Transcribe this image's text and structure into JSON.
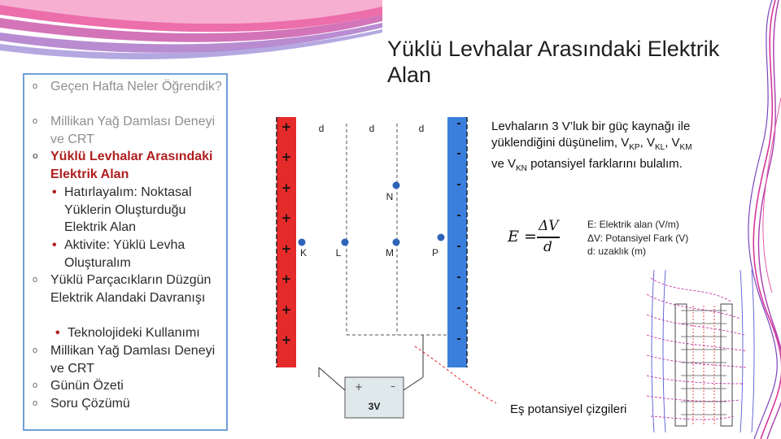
{
  "slide": {
    "title": "Yüklü Levhalar Arasındaki Elektrik Alan"
  },
  "outline": {
    "items": [
      {
        "text": "Geçen Hafta Neler Öğrendik?",
        "state": "muted"
      },
      {
        "text": "Millikan Yağ Damlası Deneyi ve CRT",
        "state": "muted"
      },
      {
        "text": "Yüklü Levhalar Arasındaki Elektrik Alan",
        "state": "active"
      },
      {
        "text": "Hatırlayalım: Noktasal Yüklerin Oluşturduğu Elektrik Alan",
        "state": "sub"
      },
      {
        "text": "Aktivite: Yüklü Levha Oluşturalım",
        "state": "sub"
      },
      {
        "text": "Yüklü Parçacıkların Düzgün Elektrik Alandaki Davranışı",
        "state": "normal"
      },
      {
        "text": "Teknolojideki Kullanımı",
        "state": "sub"
      },
      {
        "text": "Millikan Yağ Damlası Deneyi ve CRT",
        "state": "normal"
      },
      {
        "text": "Günün Özeti",
        "state": "normal"
      },
      {
        "text": "Soru Çözümü",
        "state": "normal"
      }
    ],
    "bullet_glyph": "o",
    "sub_glyph": "•"
  },
  "description": {
    "line1": "Levhaların 3 V’luk bir güç kaynağı ile",
    "line2_prefix": "yüklendiğini düşünelim, V",
    "sub_kp": "KP",
    "sep1": ", V",
    "sub_kl": "KL",
    "sep2": ", V",
    "sub_km": "KM",
    "line3_prefix": "ve V",
    "sub_kn": "KN",
    "line3_suffix": " potansiyel farklarını bulalım."
  },
  "formula": {
    "lhs": "E",
    "eq": "=",
    "numerator": "ΔV",
    "denominator": "d"
  },
  "legend": {
    "line1": "E: Elektrik alan (V/m)",
    "line2": "ΔV: Potansiyel Fark (V)",
    "line3": "d: uzaklık (m)"
  },
  "diagram": {
    "plus_sign": "+",
    "minus_sign": "-",
    "spacing_label": "d",
    "points": [
      "K",
      "L",
      "M",
      "P",
      "N"
    ],
    "battery_label": "3V",
    "battery_plus": "+",
    "battery_minus": "–",
    "colors": {
      "positive_plate": "#e52a2a",
      "negative_plate": "#3a7fdc",
      "charge_dot": "#2f63b8",
      "battery": "#dfe8ea"
    }
  },
  "field_figure": {
    "caption": "Eş potansiyel çizgileri"
  },
  "theme": {
    "accent_pink": "#e0348f",
    "accent_purple": "#6a3fb0",
    "outline_border": "#6f9fd8",
    "active_red": "#b01e1e"
  }
}
